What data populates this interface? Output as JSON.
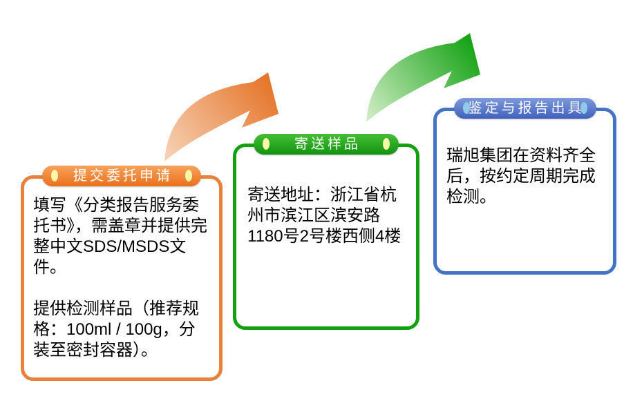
{
  "diagram": {
    "type": "process-flow",
    "background": "#FFFFFF",
    "description": "Three-step classification testing service process"
  },
  "steps": [
    {
      "title": "提交委托申请",
      "body": [
        "填写《分类报告服务委托书》，需盖章并提供完整中文SDS/MSDS文件。",
        "提供检测样品（推荐规格：100ml / 100g，分装至密封容器）。"
      ]
    },
    {
      "title": "寄送样品",
      "body": [
        "寄送地址：浙江省杭州市滨江区滨安路1180号2号楼西侧4楼"
      ]
    },
    {
      "title": "鉴定与报告出具",
      "body": [
        "瑞旭集团在资料齐全后，按约定周期完成检测。"
      ]
    }
  ],
  "arrows": [
    {
      "name": "step1-to-step2",
      "shape": "curved-swoosh-arrow",
      "direction": "up-right"
    },
    {
      "name": "step2-to-step3",
      "shape": "curved-swoosh-arrow",
      "direction": "up-right"
    }
  ],
  "colors": {
    "step1_accent": "#E8813B",
    "step1_pill_top": "#F9A25C",
    "step1_pill_bottom": "#EA701C",
    "step2_accent": "#12A10E",
    "step2_pill_top": "#45BE35",
    "step2_pill_bottom": "#129310",
    "step3_accent": "#4472C4",
    "step3_pill_top": "#7E9ADB",
    "step3_pill_bottom": "#4061BC",
    "pill_dot_yellow": "#F8F8A8",
    "pill_dot_blue": "#8FCBE9",
    "pill_text": "#FFFFFF",
    "body_text": "#000000",
    "arrow1_tail": "#F8D6BC",
    "arrow1_head": "#E5752A",
    "arrow2_tail": "#D9F0CC",
    "arrow2_head": "#16A316"
  }
}
